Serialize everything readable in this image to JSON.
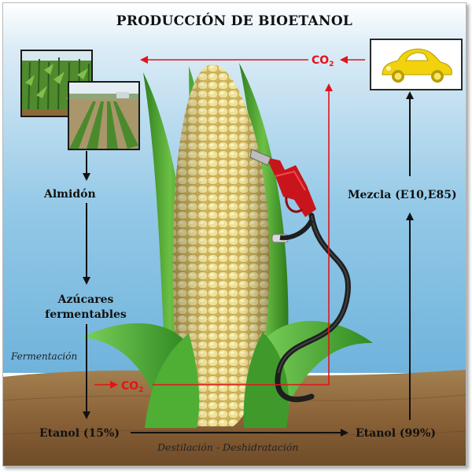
{
  "title": "PRODUCCIÓN DE BIOETANOL",
  "steps": {
    "almidon": "Almidón",
    "azucares_line1": "Azúcares",
    "azucares_line2": "fermentables",
    "fermentacion": "Fermentación",
    "etanol_15": "Etanol (15%)",
    "etanol_99": "Etanol (99%)",
    "destilacion": "Destilación - Deshidratación",
    "mezcla": "Mezcla (E10,E85)"
  },
  "co2": {
    "base": "CO",
    "subscript": "2"
  },
  "colors": {
    "arrow_black": "#111111",
    "arrow_red": "#e2141b",
    "sky": "#8cc7e6",
    "soil": "#8a6238",
    "corn_kernel": "#e9d98a",
    "husk_green": "#3f9a2b",
    "car_yellow": "#f1d20c",
    "pump_red": "#c8151b"
  },
  "icons": {
    "car": "car-icon",
    "fuel_nozzle": "fuel-nozzle-icon",
    "corn": "corn-cob-icon"
  }
}
